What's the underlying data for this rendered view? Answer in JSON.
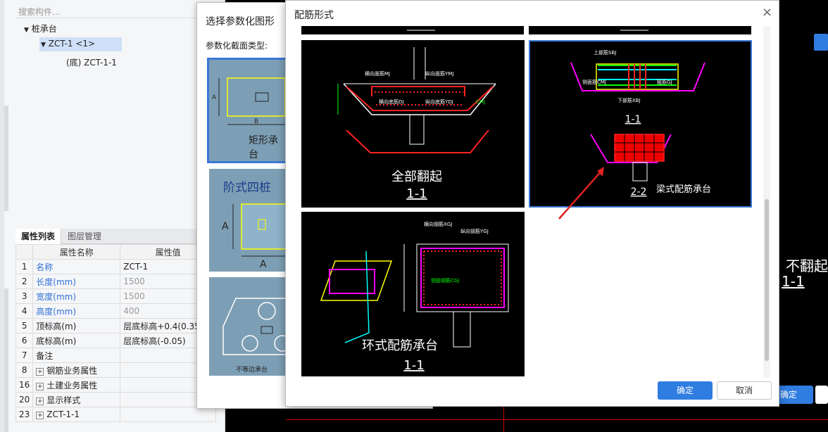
{
  "left_panel": {
    "search_placeholder": "搜索构件...",
    "tree": {
      "root": "桩承台",
      "child": "ZCT-1 <1>",
      "grandchild": "(底) ZCT-1-1"
    },
    "tabs": [
      "属性列表",
      "图层管理"
    ],
    "table": {
      "headers": [
        "属性名称",
        "属性值"
      ],
      "rows": [
        {
          "idx": "1",
          "name": "名称",
          "value": "ZCT-1"
        },
        {
          "idx": "2",
          "name": "长度(mm)",
          "value": "1500"
        },
        {
          "idx": "3",
          "name": "宽度(mm)",
          "value": "1500"
        },
        {
          "idx": "4",
          "name": "高度(mm)",
          "value": "400"
        },
        {
          "idx": "5",
          "name": "顶标高(m)",
          "value": "层底标高+0.4(0.35)"
        },
        {
          "idx": "6",
          "name": "底标高(m)",
          "value": "层底标高(-0.05)"
        },
        {
          "idx": "7",
          "name": "备注",
          "value": ""
        },
        {
          "idx": "8",
          "name": "钢筋业务属性",
          "value": ""
        },
        {
          "idx": "16",
          "name": "土建业务属性",
          "value": ""
        },
        {
          "idx": "20",
          "name": "显示样式",
          "value": ""
        },
        {
          "idx": "23",
          "name": "ZCT-1-1",
          "value": ""
        }
      ]
    }
  },
  "param_dialog": {
    "title": "选择参数化图形",
    "type_label": "参数化截面类型:",
    "items": [
      "矩形承台",
      "阶式四桩",
      "不等边承台"
    ]
  },
  "rebar_dialog": {
    "title": "配筋形式",
    "close": "×",
    "options": [
      {
        "title": "全部翻起",
        "section": "1-1",
        "labels": [
          "横向面筋MJ",
          "纵向面筋YMJ",
          "横向底筋DJ",
          "纵向底筋YDJ",
          "CMJ"
        ]
      },
      {
        "title": "梁式配筋承台",
        "section1": "1-1",
        "section2": "2-2",
        "labels": [
          "上部筋SBJ",
          "侧面筋CMJ",
          "下部筋XBJ",
          "箍筋GJ"
        ]
      },
      {
        "title": "环式配筋承台",
        "section": "1-1",
        "labels": [
          "横向钢筋XGJ",
          "纵向钢筋YGJ",
          "侧面钢筋CGJ"
        ]
      }
    ],
    "ok": "确定",
    "cancel": "取消"
  },
  "background": {
    "text1": "不翻起",
    "text2": "1-1",
    "ok_behind": "确定"
  },
  "colors": {
    "accent": "#2f7de1",
    "selected_border": "#3a78d8",
    "cad_bg": "#000000"
  }
}
